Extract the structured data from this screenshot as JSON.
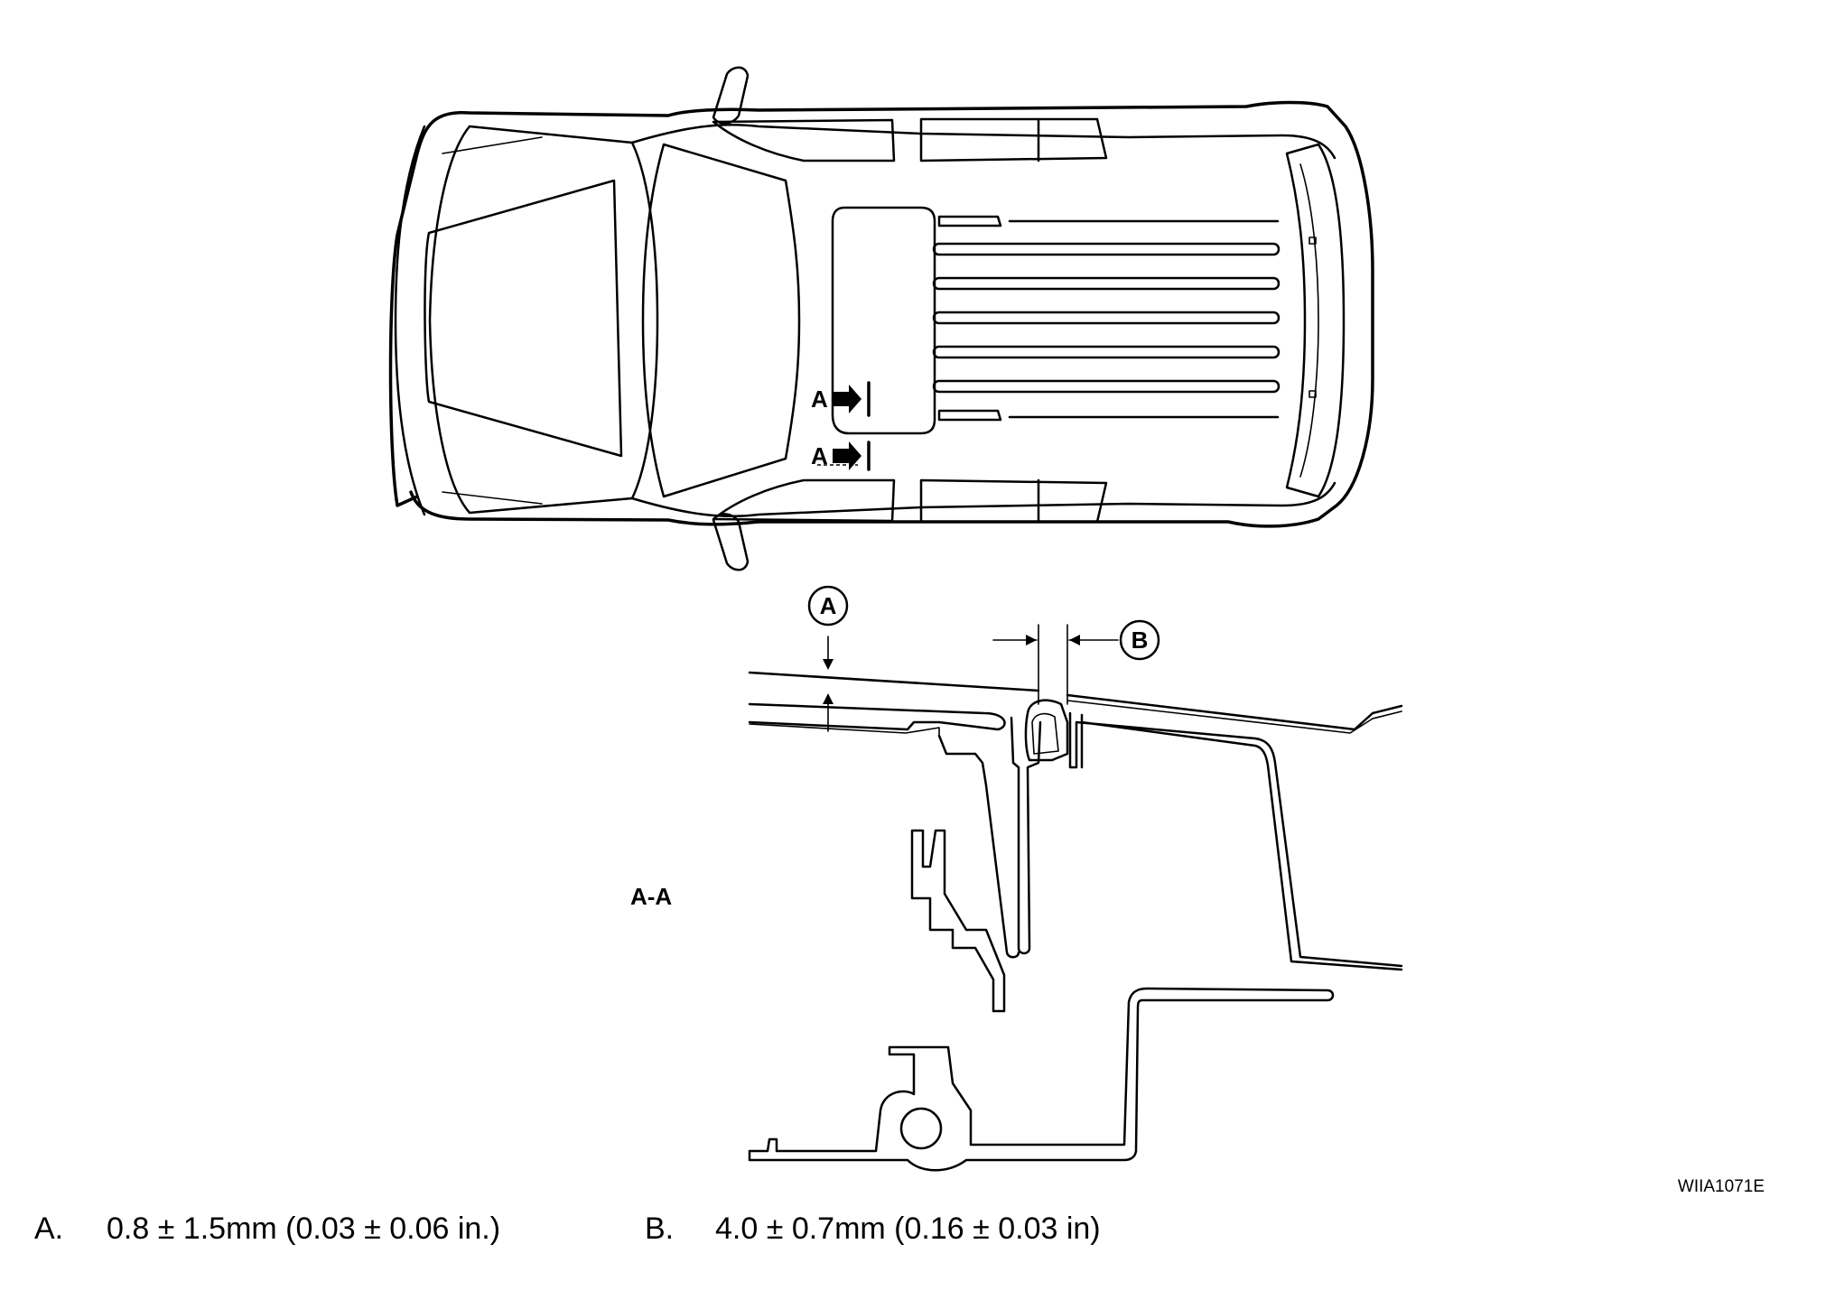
{
  "view_labels": {
    "section_arrow_upper": "A",
    "section_arrow_lower": "A",
    "section_title": "A-A"
  },
  "callouts": {
    "a": "A",
    "b": "B"
  },
  "figure_code": "WIIA1071E",
  "legend": [
    {
      "key": "A.",
      "value": "0.8 ± 1.5mm (0.03 ± 0.06 in.)"
    },
    {
      "key": "B.",
      "value": "4.0 ± 0.7mm (0.16 ± 0.03 in)"
    }
  ]
}
